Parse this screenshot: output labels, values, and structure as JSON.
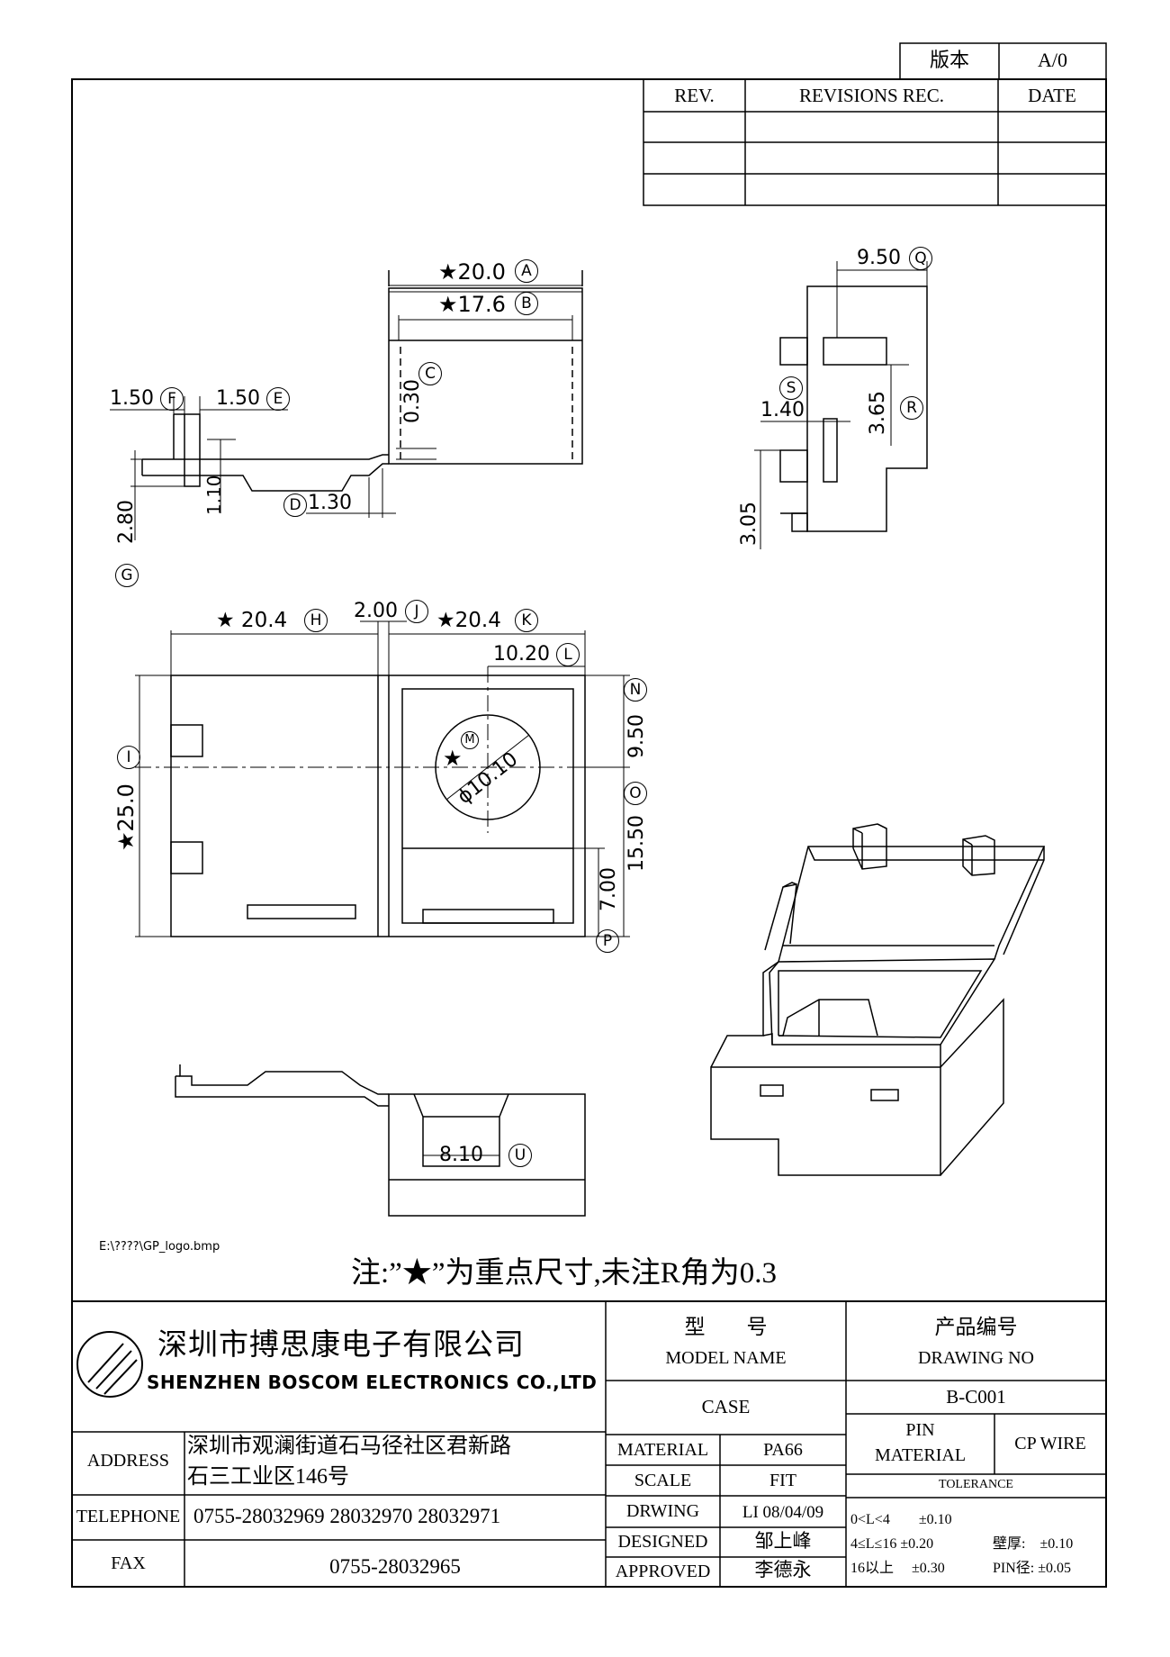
{
  "version": {
    "label": "版本",
    "value": "A/0"
  },
  "revisions": {
    "rev": "REV.",
    "rec": "REVISIONS REC.",
    "date": "DATE"
  },
  "labels": {
    "A": "A",
    "B": "B",
    "C": "C",
    "D": "D",
    "E": "E",
    "F": "F",
    "G": "G",
    "H": "H",
    "I": "I",
    "J": "J",
    "K": "K",
    "L": "L",
    "M": "M",
    "N": "N",
    "O": "O",
    "P": "P",
    "Q": "Q",
    "R": "R",
    "S": "S",
    "U": "U"
  },
  "star": "★",
  "dims": {
    "a": "★20.0",
    "b": "★17.6",
    "c": "0.30",
    "d": "1.30",
    "e": "1.50",
    "f": "1.50",
    "g": "2.80",
    "h110": "1.10",
    "q": "9.50",
    "r": "3.65",
    "s": "1.40",
    "s305": "3.05",
    "hh": "★ 20.4",
    "j": "2.00",
    "k": "★20.4",
    "l": "10.20",
    "i": "★25.0",
    "m": "ϕ10.10",
    "n": "9.50",
    "o": "15.50",
    "p": "7.00",
    "u": "8.10"
  },
  "file_path": "E:\\????\\GP_logo.bmp",
  "note": "注:”★”为重点尺寸,未注R角为0.3",
  "company": {
    "cn": "深圳市搏思康电子有限公司",
    "en": "SHENZHEN BOSCOM ELECTRONICS CO.,LTD"
  },
  "address": {
    "label": "ADDRESS",
    "line1": "深圳市观澜街道石马径社区君新路",
    "line2": "石三工业区146号"
  },
  "telephone": {
    "label": "TELEPHONE",
    "value": "0755-28032969 28032970 28032971"
  },
  "fax": {
    "label": "FAX",
    "value": "0755-28032965"
  },
  "model": {
    "cn": "型　　号",
    "en": "MODEL NAME",
    "value": "CASE"
  },
  "drawing_no": {
    "cn": "产品编号",
    "en": "DRAWING NO",
    "value": "B-C001"
  },
  "pin": {
    "l1": "PIN",
    "l2": "MATERIAL",
    "value": "CP WIRE"
  },
  "rows": [
    {
      "label": "MATERIAL",
      "value": "PA66"
    },
    {
      "label": "SCALE",
      "value": "FIT"
    },
    {
      "label": "DRWING",
      "value": "LI 08/04/09"
    },
    {
      "label": "DESIGNED",
      "value": "邹上峰"
    },
    {
      "label": "APPROVED",
      "value": "李德永"
    }
  ],
  "tolerance": {
    "title": "TOLERANCE",
    "t1": "0<L<4　　±0.10",
    "t2": "4≤L≤16 ±0.20",
    "t3": "16以上　 ±0.30",
    "wall": "壁厚:　±0.10",
    "pin": "PIN径: ±0.05"
  }
}
